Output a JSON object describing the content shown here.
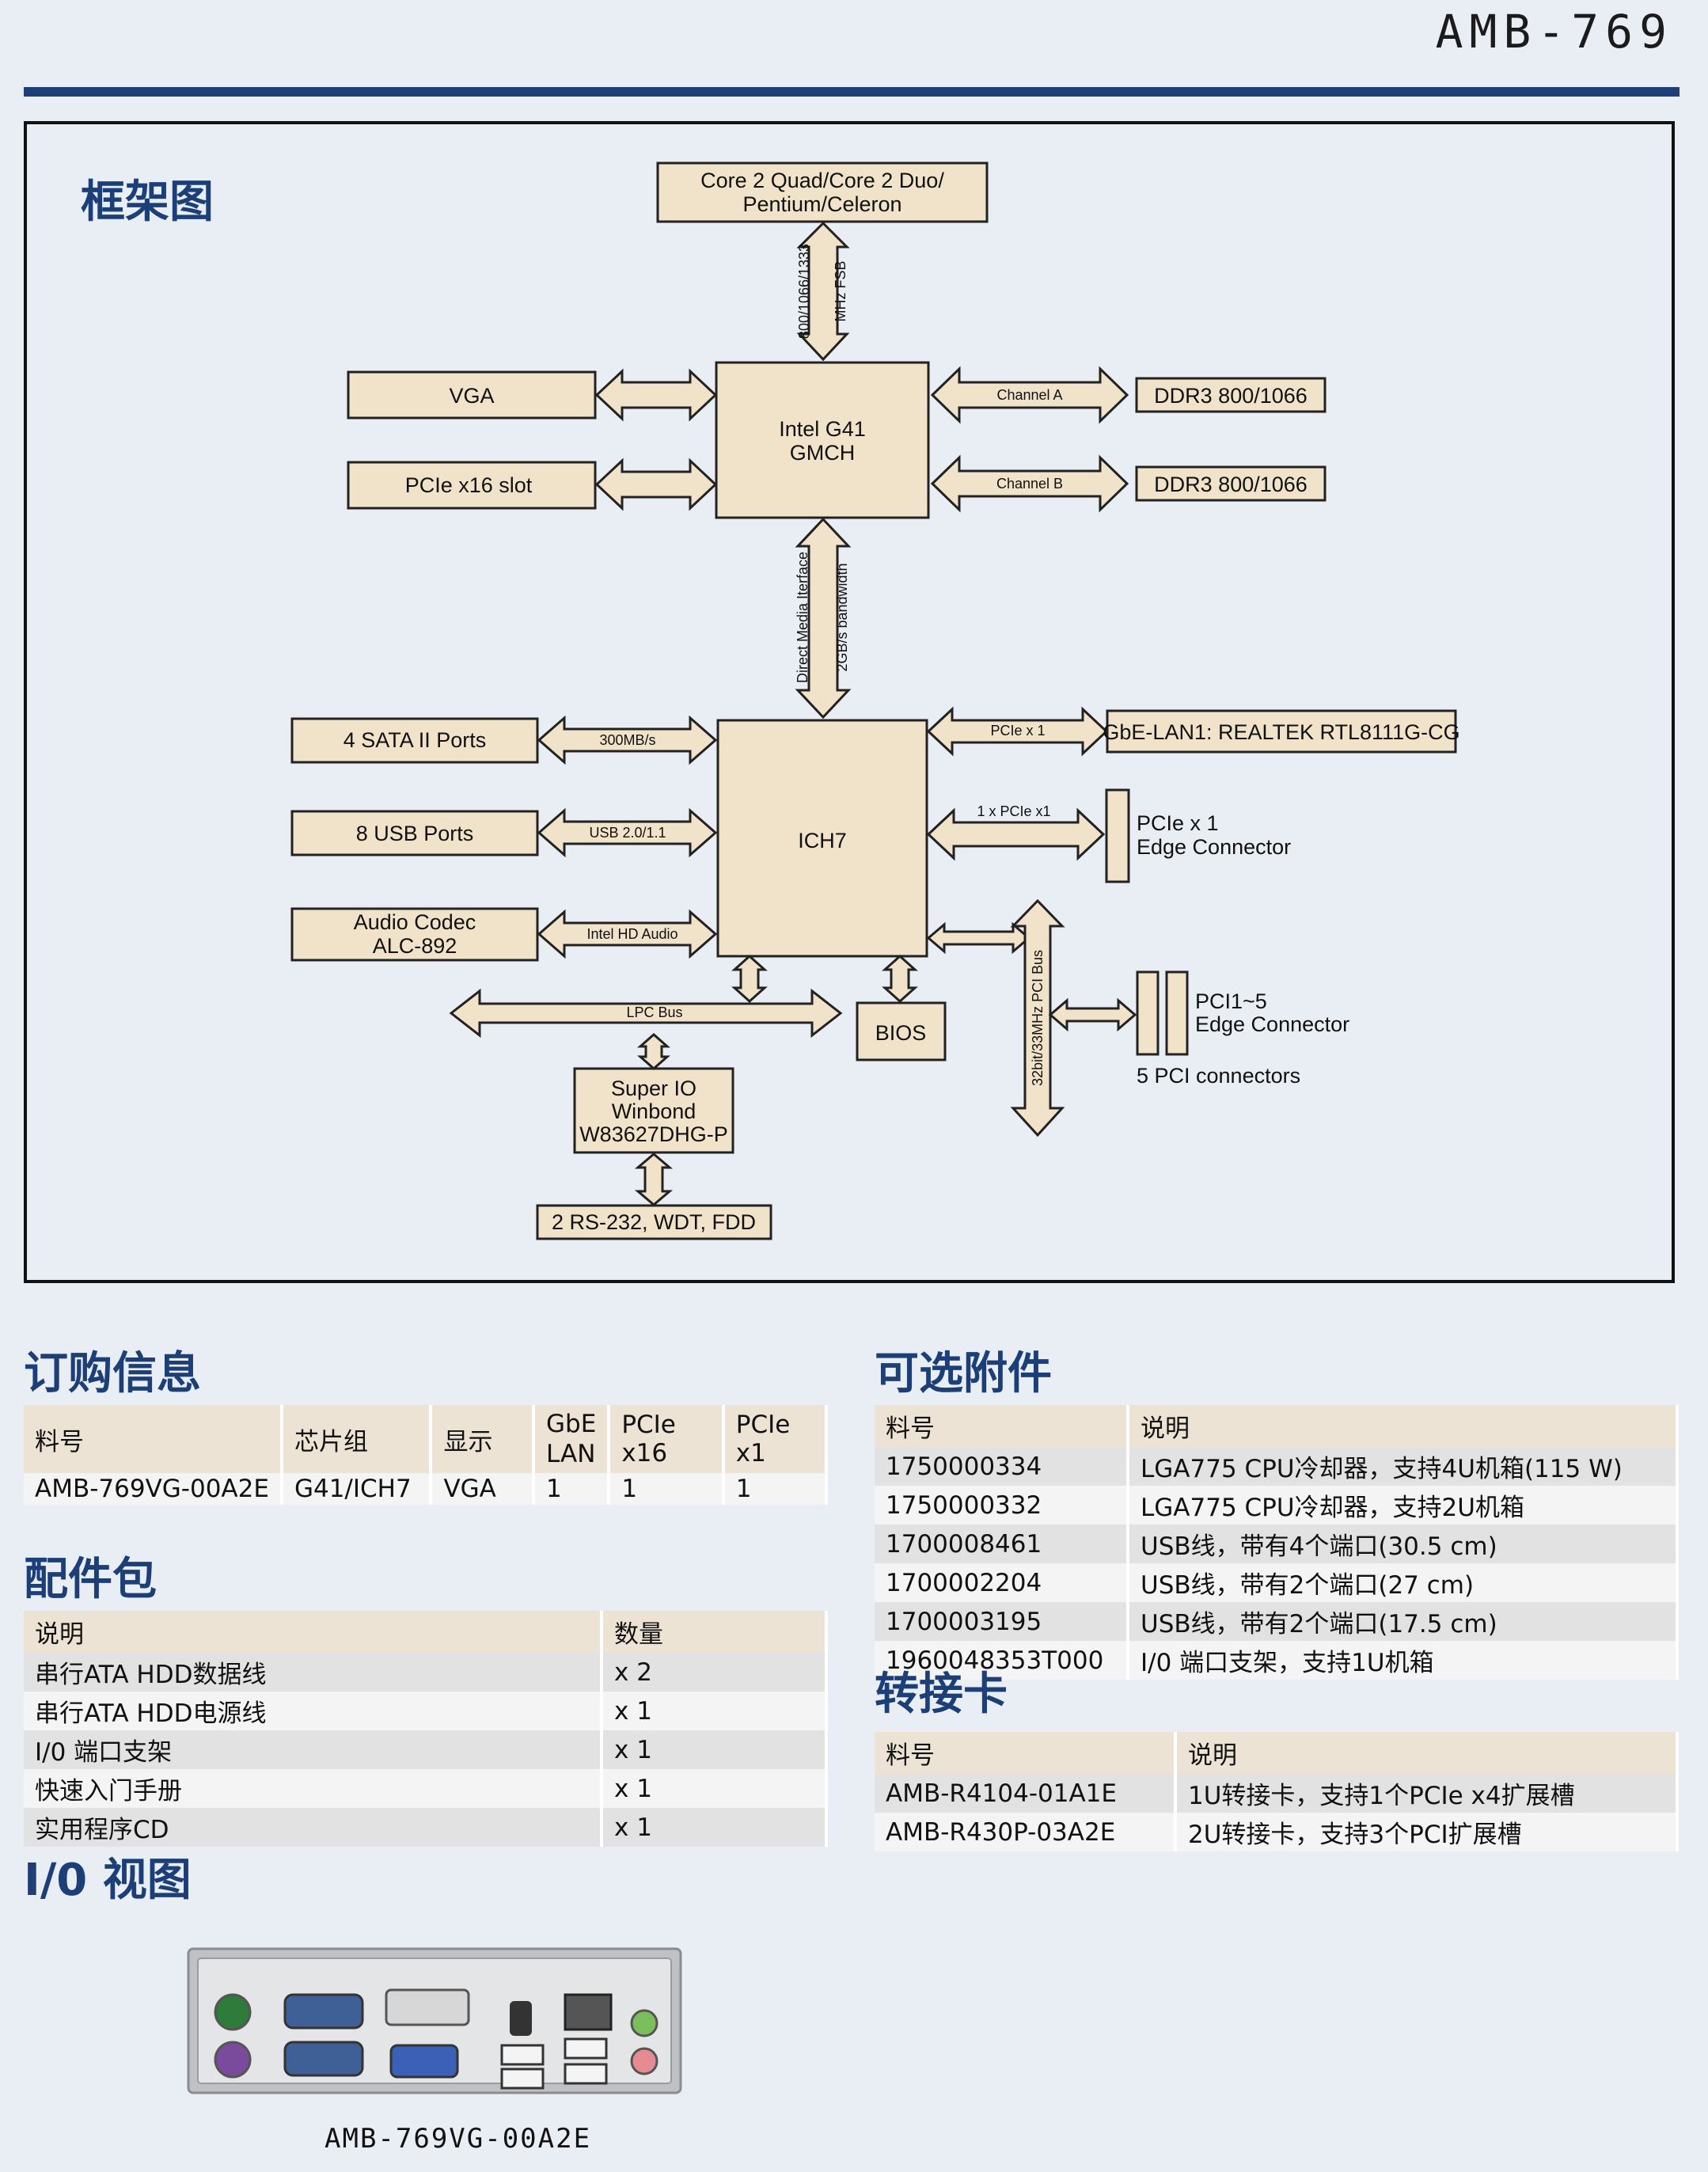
{
  "header": {
    "model": "AMB-769"
  },
  "block_diagram": {
    "title": "框架图",
    "cpu": [
      "Core 2 Quad/Core 2 Duo/",
      "Pentium/Celeron"
    ],
    "fsb_label_1": "800/1066/1333",
    "fsb_label_2": "MHz FSB",
    "gmch": [
      "Intel G41",
      "GMCH"
    ],
    "vga": "VGA",
    "pcie16": "PCIe x16 slot",
    "ddr_a": "DDR3 800/1066",
    "ddr_b": "DDR3 800/1066",
    "channel_a": "Channel A",
    "channel_b": "Channel B",
    "dmi_1": "Direct Media Iterface",
    "dmi_2": "2GB/s bandwidth",
    "ich": "ICH7",
    "sata": "4 SATA II Ports",
    "sata_speed": "300MB/s",
    "usb": "8 USB Ports",
    "usb_speed": "USB 2.0/1.1",
    "audio": [
      "Audio Codec",
      "ALC-892"
    ],
    "audio_link": "Intel HD Audio",
    "lan_link": "PCIe x 1",
    "lan": "GbE-LAN1: REALTEK RTL8111G-CG",
    "edge_link": "1 x PCIe x1",
    "edge": [
      "PCIe x 1",
      "Edge Connector"
    ],
    "pci_bus": "32bit/33MHz PCI Bus",
    "pci": [
      "PCI1~5",
      "Edge Connector"
    ],
    "pci_count": "5 PCI connectors",
    "lpc": "LPC Bus",
    "bios": "BIOS",
    "superio": [
      "Super IO",
      "Winbond",
      "W83627DHG-P"
    ],
    "rs232": "2 RS-232, WDT, FDD"
  },
  "ordering": {
    "title": "订购信息",
    "headers": [
      "料号",
      "芯片组",
      "显示",
      "GbE LAN",
      "PCIe x16",
      "PCIe x1"
    ],
    "rows": [
      [
        "AMB-769VG-00A2E",
        "G41/ICH7",
        "VGA",
        "1",
        "1",
        "1"
      ]
    ]
  },
  "accessories": {
    "title": "配件包",
    "headers": [
      "说明",
      "数量"
    ],
    "rows": [
      [
        "串行ATA HDD数据线",
        "x 2"
      ],
      [
        "串行ATA HDD电源线",
        "x 1"
      ],
      [
        "I/0 端口支架",
        "x 1"
      ],
      [
        "快速入门手册",
        "x 1"
      ],
      [
        "实用程序CD",
        "x 1"
      ]
    ]
  },
  "optional": {
    "title": "可选附件",
    "headers": [
      "料号",
      "说明"
    ],
    "rows": [
      [
        "1750000334",
        "LGA775 CPU冷却器，支持4U机箱(115 W)"
      ],
      [
        "1750000332",
        "LGA775 CPU冷却器，支持2U机箱"
      ],
      [
        "1700008461",
        "USB线，带有4个端口(30.5 cm)"
      ],
      [
        "1700002204",
        "USB线，带有2个端口(27 cm)"
      ],
      [
        "1700003195",
        "USB线，带有2个端口(17.5 cm)"
      ],
      [
        "1960048353T000",
        "I/0 端口支架，支持1U机箱"
      ]
    ]
  },
  "riser": {
    "title": "转接卡",
    "headers": [
      "料号",
      "说明"
    ],
    "rows": [
      [
        "AMB-R4104-01A1E",
        "1U转接卡，支持1个PCIe x4扩展槽"
      ],
      [
        "AMB-R430P-03A2E",
        "2U转接卡，支持3个PCI扩展槽"
      ]
    ]
  },
  "io_view": {
    "title": "I/0 视图",
    "caption": "AMB-769VG-00A2E"
  }
}
